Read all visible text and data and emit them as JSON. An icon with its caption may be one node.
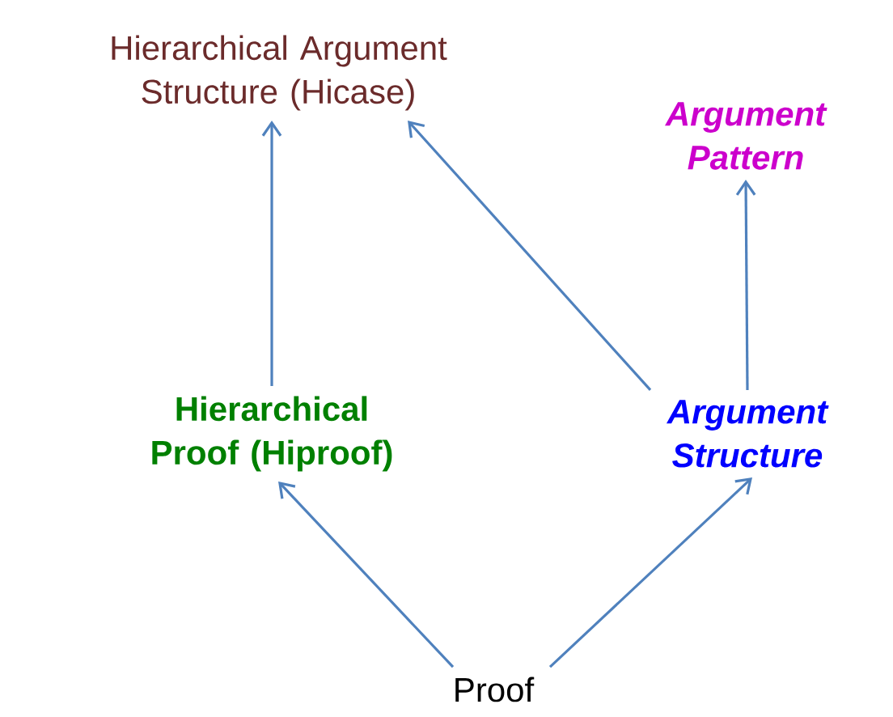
{
  "diagram": {
    "nodes": [
      {
        "text": [
          "Hierarchical Argument Structure (Hicase)"
        ]
      },
      {
        "text": [
          "Argument Pattern"
        ]
      },
      {
        "text": [
          "Hierarchical Proof (Hiproof)"
        ]
      },
      {
        "text": [
          "Argument Structure"
        ]
      },
      {
        "text": [
          "Proof"
        ]
      }
    ],
    "edges": [
      {
        "from": 2,
        "to": 0,
        "arrow": "to"
      },
      {
        "from": 3,
        "to": 0,
        "arrow": "to"
      },
      {
        "from": 3,
        "to": 1,
        "arrow": "to"
      },
      {
        "from": 4,
        "to": 2,
        "arrow": "to"
      },
      {
        "from": 4,
        "to": 3,
        "arrow": "to"
      }
    ]
  }
}
